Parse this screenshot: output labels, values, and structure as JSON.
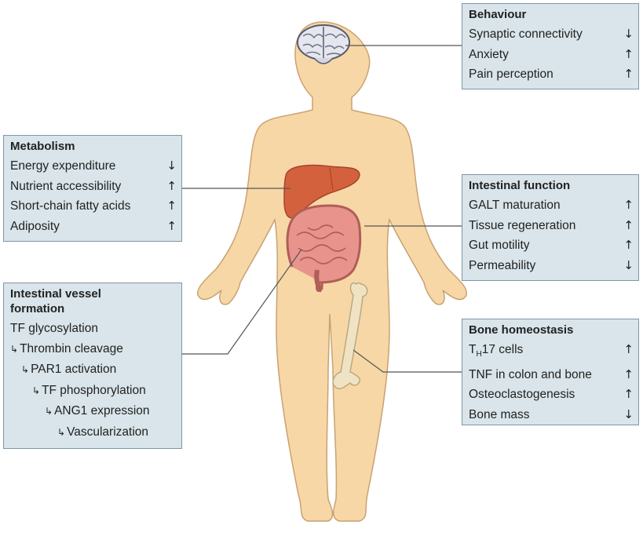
{
  "panels": {
    "behaviour": {
      "title": "Behaviour",
      "items": [
        {
          "label": "Synaptic connectivity",
          "arrow": "↓"
        },
        {
          "label": "Anxiety",
          "arrow": "↑"
        },
        {
          "label": "Pain perception",
          "arrow": "↑"
        }
      ]
    },
    "metabolism": {
      "title": "Metabolism",
      "items": [
        {
          "label": "Energy expenditure",
          "arrow": "↓"
        },
        {
          "label": "Nutrient accessibility",
          "arrow": "↑"
        },
        {
          "label": "Short-chain fatty acids",
          "arrow": "↑"
        },
        {
          "label": "Adiposity",
          "arrow": "↑"
        }
      ]
    },
    "intestinal_function": {
      "title": "Intestinal function",
      "items": [
        {
          "label": "GALT maturation",
          "arrow": "↑"
        },
        {
          "label": "Tissue regeneration",
          "arrow": "↑"
        },
        {
          "label": "Gut motility",
          "arrow": "↑"
        },
        {
          "label": "Permeability",
          "arrow": "↓"
        }
      ]
    },
    "vessel": {
      "title_line1": "Intestinal vessel",
      "title_line2": "formation",
      "hook": "↳",
      "items": [
        "TF glycosylation",
        "Thrombin cleavage",
        "PAR1 activation",
        "TF phosphorylation",
        "ANG1 expression",
        "Vascularization"
      ]
    },
    "bone": {
      "title": "Bone homeostasis",
      "th17": {
        "base": "T",
        "sub": "H",
        "rest": "17 cells",
        "arrow": "↑"
      },
      "items": [
        {
          "label": "TNF in colon and bone",
          "arrow": "↑"
        },
        {
          "label": "Osteoclastogenesis",
          "arrow": "↑"
        },
        {
          "label": "Bone mass",
          "arrow": "↓"
        }
      ]
    }
  },
  "colors": {
    "skin": "#f7d7a6",
    "skin_outline": "#c9a273",
    "liver": "#d4613e",
    "intestine": "#e8948c",
    "bone": "#efe3c4",
    "panel_bg": "#d9e5ea",
    "connector": "#555555"
  },
  "icons": [
    "brain-icon",
    "liver-icon",
    "intestine-icon",
    "femur-bone-icon"
  ]
}
